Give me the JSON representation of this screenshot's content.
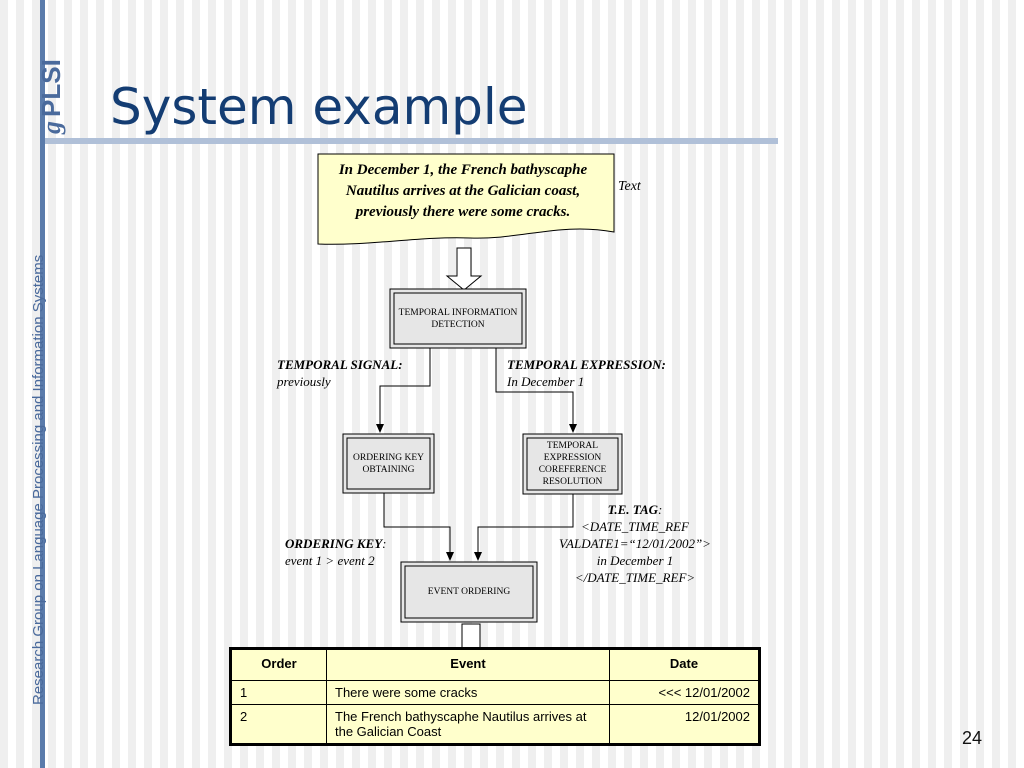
{
  "sidebar": {
    "logo_g": "g",
    "logo_text": "PLSI",
    "vertical_text": "Research Group on Language Processing and Information Systems"
  },
  "slide": {
    "title": "System example",
    "number": "24"
  },
  "diagram": {
    "input_text": "In December 1, the French bathyscaphe Nautilus arrives at the Galician coast, previously  there were some cracks.",
    "input_label": "Text",
    "boxes": {
      "temporal_detection": "TEMPORAL INFORMATION DETECTION",
      "ordering_key": "ORDERING KEY OBTAINING",
      "coreference": "TEMPORAL EXPRESSION COREFERENCE RESOLUTION",
      "event_ordering": "EVENT ORDERING"
    },
    "temporal_signal": {
      "label": "TEMPORAL SIGNAL:",
      "value": "previously"
    },
    "temporal_expression": {
      "label": "TEMPORAL EXPRESSION:",
      "value": "In December 1"
    },
    "te_tag": {
      "label": "T.E. TAG",
      "colon": ":",
      "line1": "<DATE_TIME_REF",
      "line2": "VALDATE1=“12/01/2002”>",
      "line3": "in December 1",
      "line4": "</DATE_TIME_REF>"
    },
    "ordering_key": {
      "label": "ORDERING KEY",
      "colon": ":",
      "value": "event 1 > event 2"
    }
  },
  "table": {
    "headers": [
      "Order",
      "Event",
      "Date"
    ],
    "rows": [
      [
        "1",
        "There were some cracks",
        "<<< 12/01/2002"
      ],
      [
        "2",
        "The French bathyscaphe Nautilus arrives at the Galician Coast",
        "12/01/2002"
      ]
    ]
  },
  "colors": {
    "title": "#143d73",
    "sidebar": "#5a7bab",
    "rule": "#b0c0d8",
    "document_fill": "#ffffcc",
    "box_fill": "#e6e6e6"
  }
}
